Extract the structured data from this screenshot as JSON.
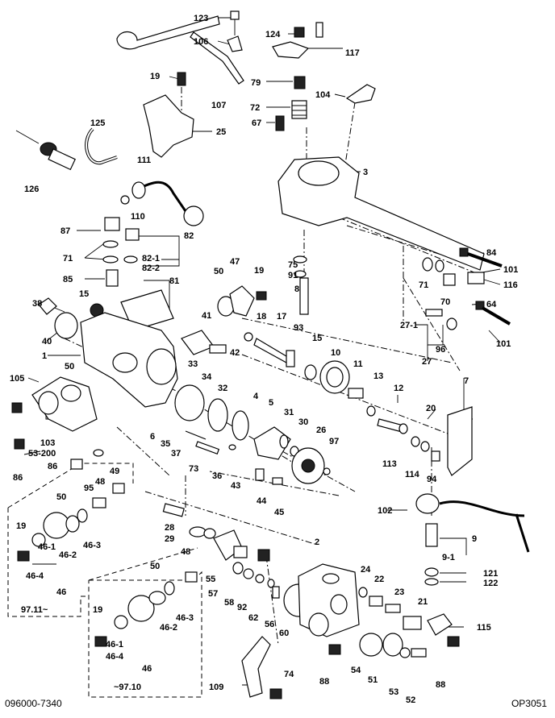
{
  "diagram": {
    "footer_left": "096000-7340",
    "footer_right": "OP3051",
    "parts": [
      {
        "num": "123"
      },
      {
        "num": "124"
      },
      {
        "num": "117"
      },
      {
        "num": "106"
      },
      {
        "num": "19"
      },
      {
        "num": "79"
      },
      {
        "num": "107"
      },
      {
        "num": "104"
      },
      {
        "num": "72"
      },
      {
        "num": "67"
      },
      {
        "num": "25"
      },
      {
        "num": "125"
      },
      {
        "num": "3"
      },
      {
        "num": "126"
      },
      {
        "num": "111"
      },
      {
        "num": "110"
      },
      {
        "num": "87"
      },
      {
        "num": "82"
      },
      {
        "num": "71"
      },
      {
        "num": "82-1"
      },
      {
        "num": "82-2"
      },
      {
        "num": "85"
      },
      {
        "num": "50"
      },
      {
        "num": "47"
      },
      {
        "num": "19"
      },
      {
        "num": "75"
      },
      {
        "num": "91"
      },
      {
        "num": "84"
      },
      {
        "num": "101"
      },
      {
        "num": "71"
      },
      {
        "num": "116"
      },
      {
        "num": "70"
      },
      {
        "num": "81"
      },
      {
        "num": "8"
      },
      {
        "num": "38"
      },
      {
        "num": "15"
      },
      {
        "num": "64"
      },
      {
        "num": "41"
      },
      {
        "num": "18"
      },
      {
        "num": "17"
      },
      {
        "num": "27-1"
      },
      {
        "num": "40"
      },
      {
        "num": "93"
      },
      {
        "num": "15"
      },
      {
        "num": "96"
      },
      {
        "num": "101"
      },
      {
        "num": "1"
      },
      {
        "num": "42"
      },
      {
        "num": "10"
      },
      {
        "num": "27"
      },
      {
        "num": "33"
      },
      {
        "num": "11"
      },
      {
        "num": "13"
      },
      {
        "num": "105"
      },
      {
        "num": "50"
      },
      {
        "num": "34"
      },
      {
        "num": "32"
      },
      {
        "num": "7"
      },
      {
        "num": "12"
      },
      {
        "num": "4"
      },
      {
        "num": "5"
      },
      {
        "num": "20"
      },
      {
        "num": "31"
      },
      {
        "num": "6"
      },
      {
        "num": "30"
      },
      {
        "num": "103"
      },
      {
        "num": "26"
      },
      {
        "num": "97"
      },
      {
        "num": "35"
      },
      {
        "num": "37"
      },
      {
        "num": "86"
      },
      {
        "num": "53-200"
      },
      {
        "num": "113"
      },
      {
        "num": "114"
      },
      {
        "num": "86"
      },
      {
        "num": "73"
      },
      {
        "num": "36"
      },
      {
        "num": "94"
      },
      {
        "num": "43"
      },
      {
        "num": "49"
      },
      {
        "num": "48"
      },
      {
        "num": "44"
      },
      {
        "num": "95"
      },
      {
        "num": "45"
      },
      {
        "num": "102"
      },
      {
        "num": "50"
      },
      {
        "num": "28"
      },
      {
        "num": "9"
      },
      {
        "num": "29"
      },
      {
        "num": "19"
      },
      {
        "num": "46-1"
      },
      {
        "num": "9-1"
      },
      {
        "num": "46-2"
      },
      {
        "num": "46-3"
      },
      {
        "num": "46-4"
      },
      {
        "num": "2"
      },
      {
        "num": "121"
      },
      {
        "num": "46"
      },
      {
        "num": "48"
      },
      {
        "num": "50"
      },
      {
        "num": "122"
      },
      {
        "num": "55"
      },
      {
        "num": "24"
      },
      {
        "num": "22"
      },
      {
        "num": "57"
      },
      {
        "num": "97.11~"
      },
      {
        "num": "58"
      },
      {
        "num": "92"
      },
      {
        "num": "23"
      },
      {
        "num": "46-3"
      },
      {
        "num": "21"
      },
      {
        "num": "62"
      },
      {
        "num": "46-2"
      },
      {
        "num": "19"
      },
      {
        "num": "56"
      },
      {
        "num": "115"
      },
      {
        "num": "60"
      },
      {
        "num": "46-1"
      },
      {
        "num": "46-4"
      },
      {
        "num": "54"
      },
      {
        "num": "88"
      },
      {
        "num": "88"
      },
      {
        "num": "46"
      },
      {
        "num": "74"
      },
      {
        "num": "51"
      },
      {
        "num": "53"
      },
      {
        "num": "~97.10"
      },
      {
        "num": "109"
      },
      {
        "num": "52"
      }
    ]
  }
}
